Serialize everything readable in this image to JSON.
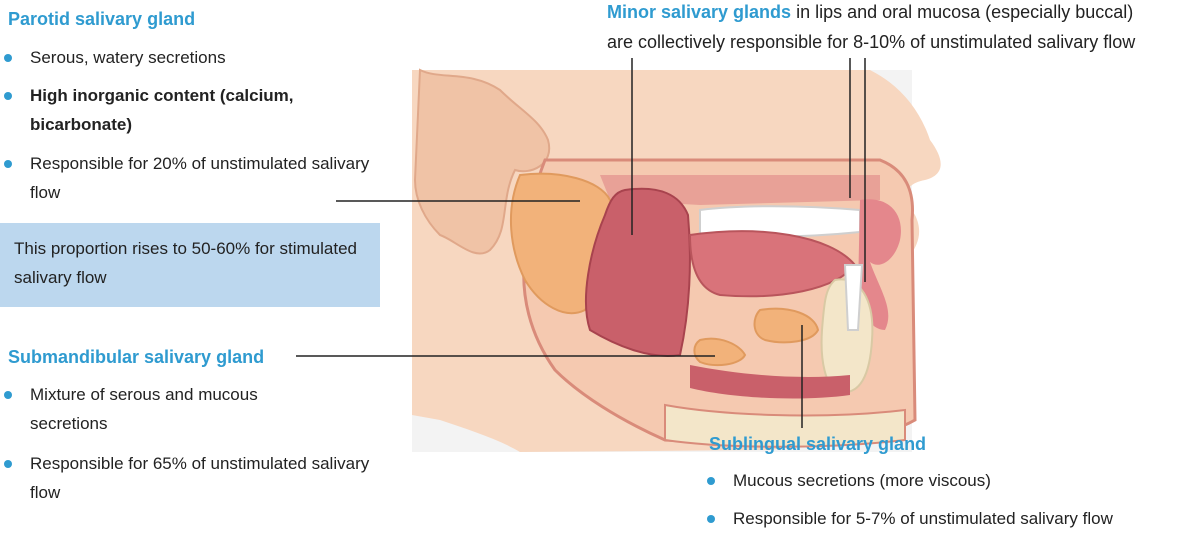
{
  "parotid": {
    "title": "Parotid salivary gland",
    "bullets": [
      {
        "text": "Serous, watery secretions",
        "bold": false
      },
      {
        "text": "High inorganic content (calcium, bicarbonate)",
        "bold": true
      },
      {
        "text": "Responsible for 20% of unstimulated salivary flow",
        "bold": false
      }
    ],
    "note": "This proportion rises to 50-60% for stimulated salivary flow"
  },
  "submandibular": {
    "title": "Submandibular salivary gland",
    "bullets": [
      {
        "text": "Mixture of serous and mucous secretions",
        "bold": false
      },
      {
        "text": "Responsible for 65% of unstimulated salivary flow",
        "bold": false
      }
    ]
  },
  "minor": {
    "title": "Minor salivary glands",
    "desc_line1": " in lips and oral mucosa (especially buccal)",
    "desc_line2": "are collectively responsible for 8-10% of unstimulated salivary flow"
  },
  "sublingual": {
    "title": "Sublingual salivary gland",
    "bullets": [
      {
        "text": "Mucous secretions (more viscous)",
        "bold": false
      },
      {
        "text": "Responsible for 5-7% of unstimulated salivary flow",
        "bold": false
      }
    ]
  },
  "colors": {
    "accent": "#2f9bd0",
    "note_bg": "#bcd7ee",
    "skin": "#f7d7c0",
    "muscle": "#c9606a",
    "gland": "#f2b27a"
  }
}
